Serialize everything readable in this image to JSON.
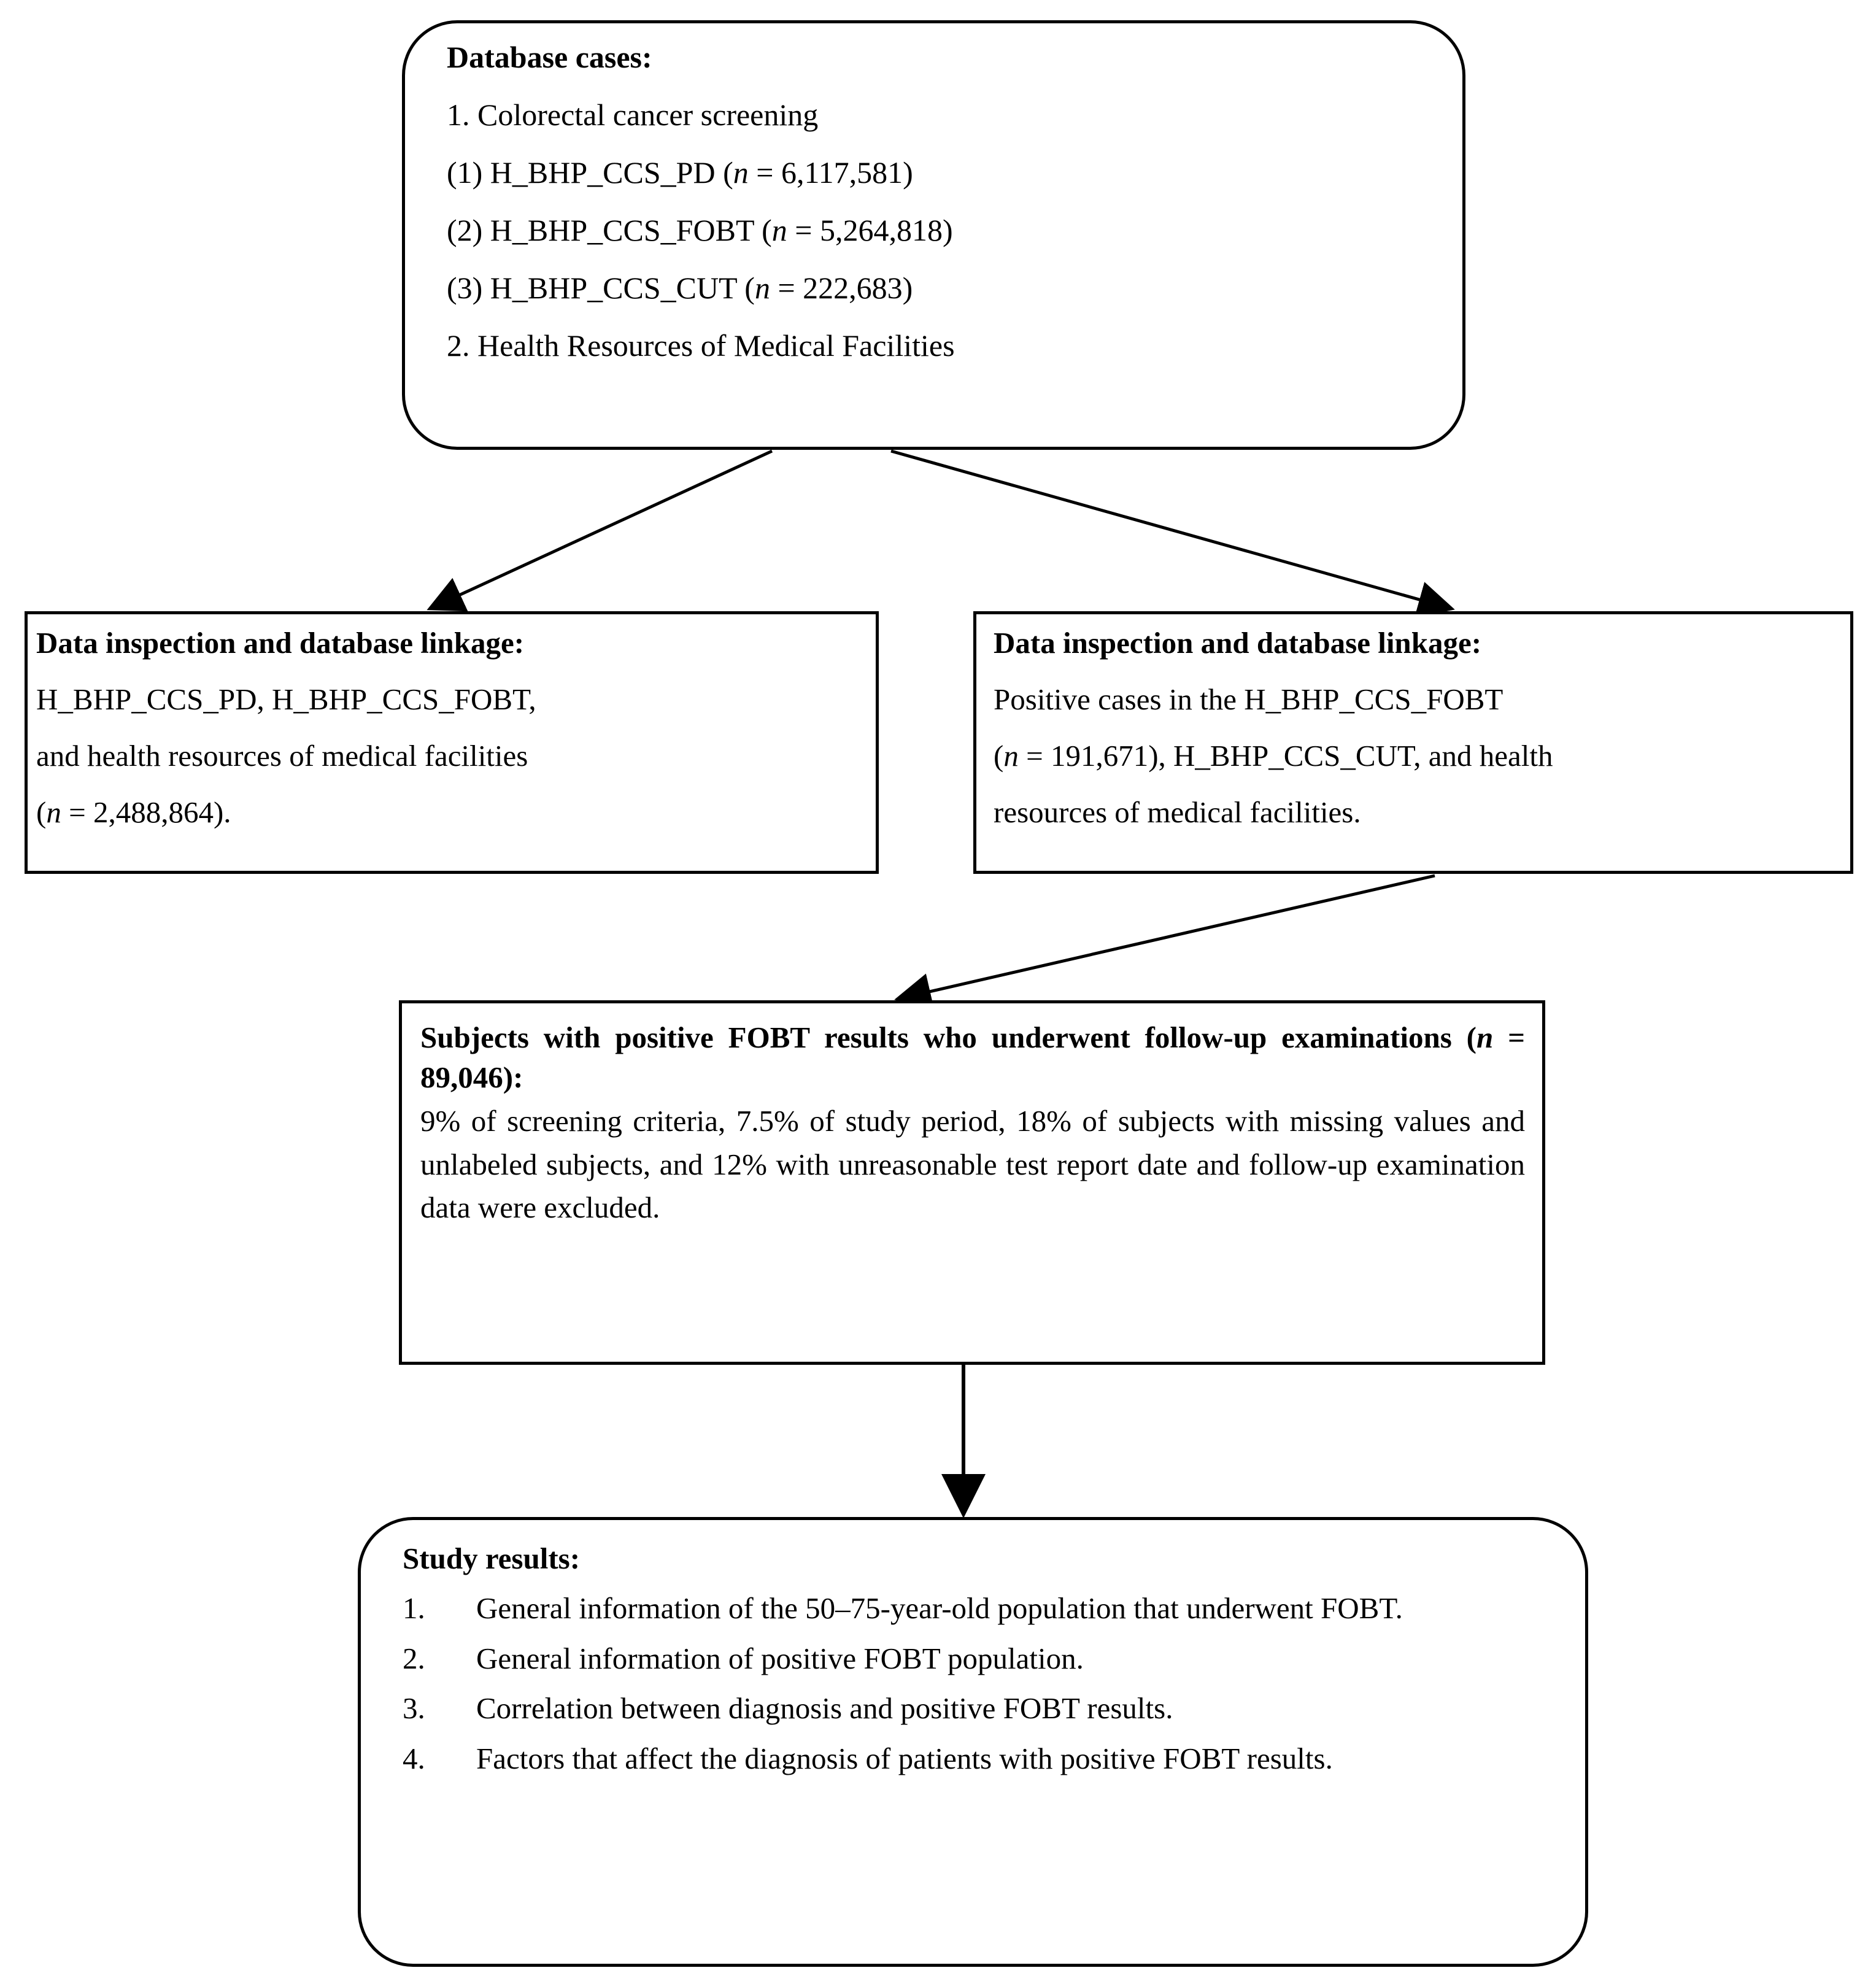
{
  "diagram": {
    "title": "Study flowchart: colorectal cancer screening database linkage and analysis"
  },
  "nodes": {
    "database_cases": {
      "heading": "Database cases:",
      "lines": [
        "1. Colorectal cancer screening",
        "(1) H_BHP_CCS_PD (n = 6,117,581)",
        "(2) H_BHP_CCS_FOBT (n = 5,264,818)",
        "(3) H_BHP_CCS_CUT (n = 222,683)",
        "2. Health Resources of Medical Facilities"
      ],
      "items": [
        {
          "label": "1. Colorectal cancer screening"
        },
        {
          "label": "(1) H_BHP_CCS_PD",
          "n": "6,117,581"
        },
        {
          "label": "(2) H_BHP_CCS_FOBT",
          "n": "5,264,818"
        },
        {
          "label": "(3) H_BHP_CCS_CUT",
          "n": "222,683"
        },
        {
          "label": "2. Health Resources of Medical Facilities"
        }
      ]
    },
    "linkage_left": {
      "heading": "Data inspection and database linkage:",
      "lines": [
        "H_BHP_CCS_PD, H_BHP_CCS_FOBT,",
        "and health resources of medical facilities",
        "(n = 2,488,864)."
      ],
      "n": "2,488,864"
    },
    "linkage_right": {
      "heading": "Data inspection and database linkage:",
      "lines": [
        "Positive cases in the H_BHP_CCS_FOBT",
        "(n = 191,671), H_BHP_CCS_CUT, and health",
        "resources of medical facilities."
      ],
      "n": "191,671"
    },
    "subjects": {
      "heading_part1": "Subjects with positive FOBT results who underwent follow-up examinations (",
      "heading_n_italic": "n",
      "heading_part2": " = 89,046):",
      "n": "89,046",
      "body": "9% of screening criteria, 7.5% of study period, 18% of subjects with missing values and unlabeled subjects, and 12% with unreasonable test report date and follow-up examination data were excluded.",
      "exclusions": [
        {
          "pct": "9%",
          "reason": "screening criteria"
        },
        {
          "pct": "7.5%",
          "reason": "study period"
        },
        {
          "pct": "18%",
          "reason": "subjects with missing values and unlabeled subjects"
        },
        {
          "pct": "12%",
          "reason": "unreasonable test report date and follow-up examination data"
        }
      ]
    },
    "results": {
      "heading": "Study results:",
      "items": [
        {
          "num": "1.",
          "text": "General information of the 50–75-year-old population that underwent FOBT."
        },
        {
          "num": "2.",
          "text": "General information of positive FOBT population."
        },
        {
          "num": "3.",
          "text": "Correlation between diagnosis and positive FOBT results."
        },
        {
          "num": "4.",
          "text": "Factors that affect the diagnosis of patients with positive FOBT results."
        }
      ]
    }
  },
  "edges": [
    {
      "from": "database_cases",
      "to": "linkage_left",
      "style": "diagonal-arrow"
    },
    {
      "from": "database_cases",
      "to": "linkage_right",
      "style": "diagonal-arrow"
    },
    {
      "from": "linkage_right",
      "to": "subjects",
      "style": "diagonal-arrow"
    },
    {
      "from": "subjects",
      "to": "results",
      "style": "vertical-arrow"
    }
  ],
  "colors": {
    "stroke": "#000000",
    "background": "#ffffff",
    "text": "#000000"
  }
}
